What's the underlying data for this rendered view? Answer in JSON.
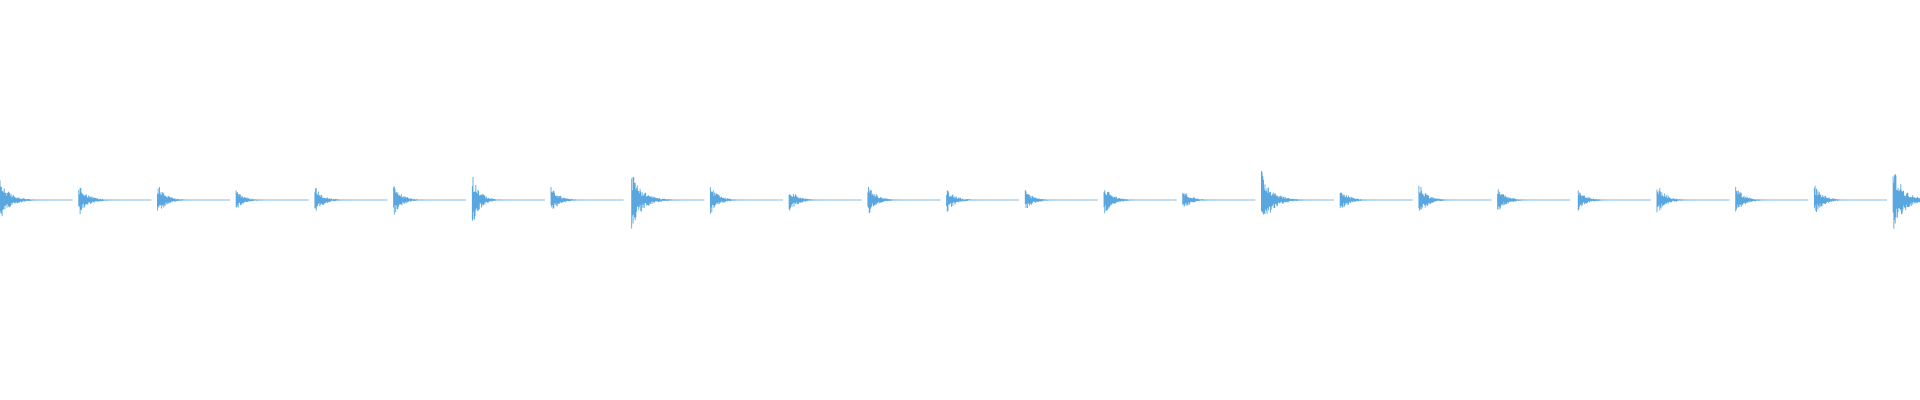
{
  "waveform": {
    "color": "#5aa7e0",
    "description_free": true,
    "onsets": [
      {
        "t": 0.0,
        "amp": 0.34,
        "decay": 0.55
      },
      {
        "t": 0.041,
        "amp": 0.28,
        "decay": 0.5
      },
      {
        "t": 0.082,
        "amp": 0.29,
        "decay": 0.45
      },
      {
        "t": 0.123,
        "amp": 0.16,
        "decay": 0.45
      },
      {
        "t": 0.164,
        "amp": 0.24,
        "decay": 0.45
      },
      {
        "t": 0.205,
        "amp": 0.27,
        "decay": 0.45
      },
      {
        "t": 0.246,
        "amp": 0.46,
        "decay": 0.4
      },
      {
        "t": 0.287,
        "amp": 0.24,
        "decay": 0.45
      },
      {
        "t": 0.329,
        "amp": 0.48,
        "decay": 0.6
      },
      {
        "t": 0.37,
        "amp": 0.25,
        "decay": 0.45
      },
      {
        "t": 0.411,
        "amp": 0.22,
        "decay": 0.45
      },
      {
        "t": 0.452,
        "amp": 0.27,
        "decay": 0.45
      },
      {
        "t": 0.493,
        "amp": 0.22,
        "decay": 0.45
      },
      {
        "t": 0.534,
        "amp": 0.18,
        "decay": 0.45
      },
      {
        "t": 0.575,
        "amp": 0.27,
        "decay": 0.45
      },
      {
        "t": 0.616,
        "amp": 0.18,
        "decay": 0.45
      },
      {
        "t": 0.657,
        "amp": 0.5,
        "decay": 0.6
      },
      {
        "t": 0.698,
        "amp": 0.22,
        "decay": 0.45
      },
      {
        "t": 0.739,
        "amp": 0.3,
        "decay": 0.45
      },
      {
        "t": 0.78,
        "amp": 0.23,
        "decay": 0.45
      },
      {
        "t": 0.822,
        "amp": 0.18,
        "decay": 0.45
      },
      {
        "t": 0.863,
        "amp": 0.29,
        "decay": 0.45
      },
      {
        "t": 0.904,
        "amp": 0.24,
        "decay": 0.45
      },
      {
        "t": 0.945,
        "amp": 0.27,
        "decay": 0.45
      },
      {
        "t": 0.986,
        "amp": 0.55,
        "decay": 0.6
      }
    ]
  }
}
